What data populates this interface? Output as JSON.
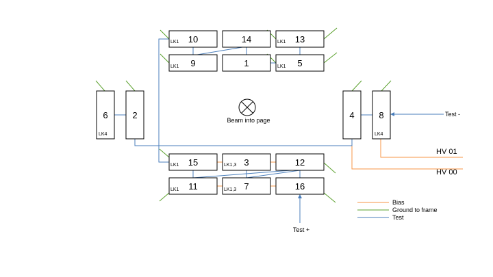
{
  "modules": {
    "m10": {
      "number": "10",
      "link": "LK1"
    },
    "m14": {
      "number": "14",
      "link": ""
    },
    "m13": {
      "number": "13",
      "link": "LK1"
    },
    "m9": {
      "number": "9",
      "link": "LK1"
    },
    "m1": {
      "number": "1",
      "link": ""
    },
    "m5": {
      "number": "5",
      "link": "LK1"
    },
    "m6": {
      "number": "6",
      "link": "LK4"
    },
    "m2": {
      "number": "2",
      "link": ""
    },
    "m4": {
      "number": "4",
      "link": ""
    },
    "m8": {
      "number": "8",
      "link": "LK4"
    },
    "m15": {
      "number": "15",
      "link": "LK1"
    },
    "m3": {
      "number": "3",
      "link": "LK1,3"
    },
    "m12": {
      "number": "12",
      "link": ""
    },
    "m11": {
      "number": "11",
      "link": "LK1"
    },
    "m7": {
      "number": "7",
      "link": "LK1,3"
    },
    "m16": {
      "number": "16",
      "link": ""
    }
  },
  "beam_label": "Beam into page",
  "test_minus": "Test -",
  "test_plus": "Test +",
  "hv01": "HV 01",
  "hv00": "HV 00",
  "legend": {
    "bias": "Bias",
    "ground": "Ground to frame",
    "test": "Test"
  },
  "colors": {
    "bias": "#f79646",
    "ground": "#5aa02c",
    "test": "#4a7ebb"
  }
}
